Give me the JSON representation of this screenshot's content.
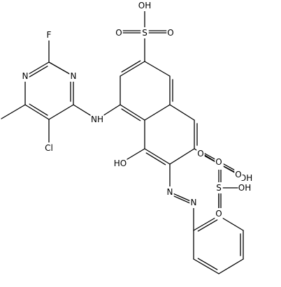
{
  "molecule": {
    "bond_color": "#000000",
    "background": "#ffffff",
    "atoms": {
      "sulfonic_top_oh": "OH",
      "sulfonic_top_s": "S",
      "sulfonic_top_o_left": "O",
      "sulfonic_top_o_right": "O",
      "sulfonic_mid_oh": "OH",
      "sulfonic_mid_s": "S",
      "sulfonic_mid_o_top": "O",
      "sulfonic_mid_o_bottom": "O",
      "sulfonic_phenyl_oh": "OH",
      "sulfonic_phenyl_s": "S",
      "sulfonic_phenyl_o_top": "O",
      "sulfonic_phenyl_o_bottom": "O",
      "hydroxyl": "HO",
      "amine": "NH",
      "azo_n1": "N",
      "azo_n2": "N",
      "fluoro": "F",
      "chloro": "Cl",
      "pyrimidine_n1": "N",
      "pyrimidine_n2": "N"
    }
  }
}
